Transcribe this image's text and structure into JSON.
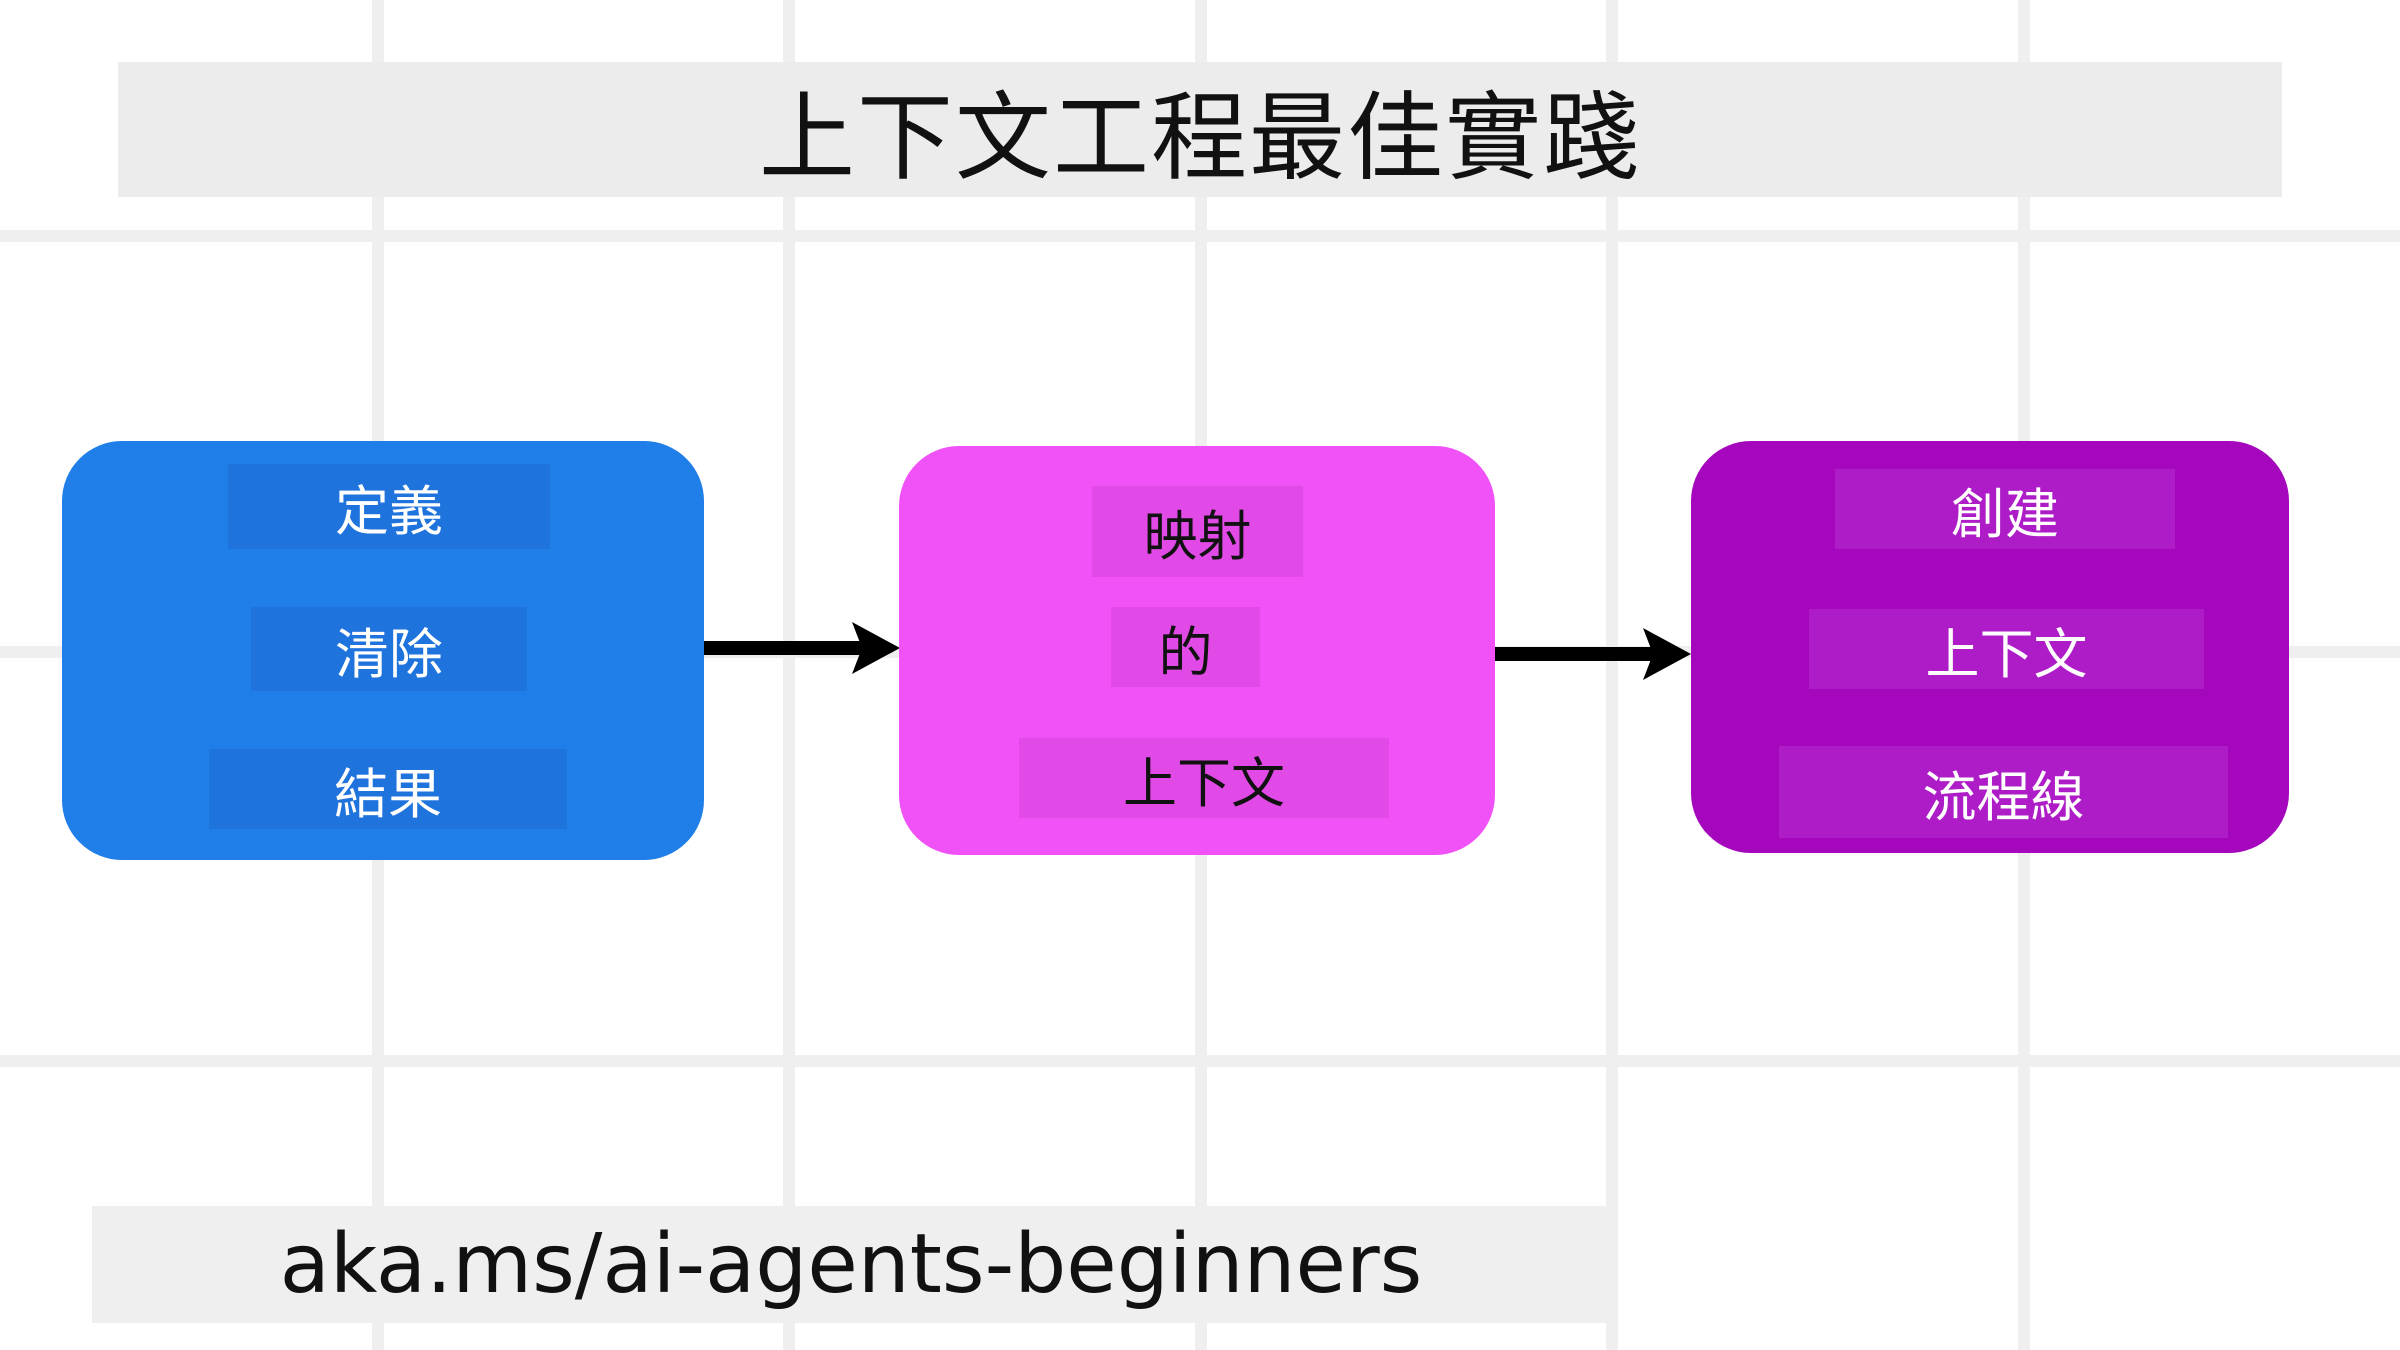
{
  "title": "上下文工程最佳實踐",
  "steps": [
    {
      "lines": [
        "定義",
        "清除",
        "結果"
      ],
      "color": "#207ee8"
    },
    {
      "lines": [
        "映射",
        "的",
        "上下文"
      ],
      "color": "#f152f7"
    },
    {
      "lines": [
        "創建",
        "上下文",
        "流程線"
      ],
      "color": "#a507bd"
    }
  ],
  "footer": {
    "url": "aka.ms/ai-agents-beginners"
  },
  "colors": {
    "arrow": "#000000",
    "grid": "#efefef",
    "title_bar": "#ececec"
  },
  "icons": [
    "arrow-right-icon",
    "arrow-right-icon"
  ]
}
